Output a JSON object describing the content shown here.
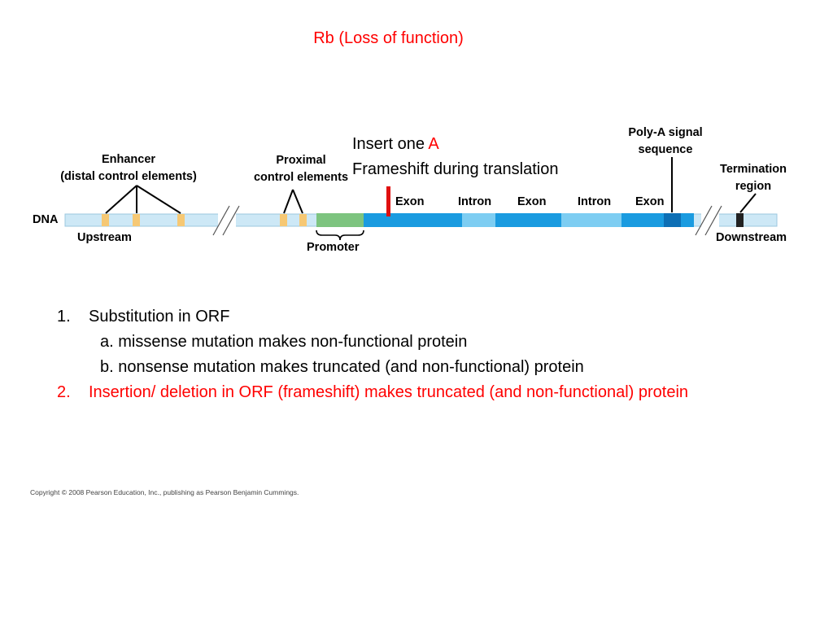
{
  "title": "Rb (Loss of function)",
  "insert_note": {
    "line1_prefix": "Insert one ",
    "line1_letter": "A",
    "line2": "Frameshift during translation"
  },
  "diagram": {
    "dna_label": "DNA",
    "upstream_label": "Upstream",
    "downstream_label": "Downstream",
    "promoter_label": "Promoter",
    "enhancer_label_line1": "Enhancer",
    "enhancer_label_line2": "(distal control elements)",
    "proximal_label_line1": "Proximal",
    "proximal_label_line2": "control elements",
    "polya_label_line1": "Poly-A signal",
    "polya_label_line2": "sequence",
    "termination_label_line1": "Termination",
    "termination_label_line2": "region",
    "segments": [
      "Exon",
      "Intron",
      "Exon",
      "Intron",
      "Exon"
    ],
    "colors": {
      "dna_strand": "#cde8f6",
      "exon": "#1a9be0",
      "intron": "#7dcdf2",
      "promoter": "#7dc47f",
      "control_element": "#f6c874",
      "polya": "#0d6fb5",
      "termination": "#222222",
      "insertion_mark": "#e01010"
    }
  },
  "list": {
    "item1_number": "1.",
    "item1_text": "Substitution in ORF",
    "item1a": "a. missense mutation makes non-functional protein",
    "item1b": "b. nonsense mutation makes truncated (and non-functional) protein",
    "item2_number": "2.",
    "item2_text": "Insertion/ deletion in ORF (frameshift) makes truncated (and non-functional) protein"
  },
  "copyright": "Copyright © 2008 Pearson Education, Inc., publishing as Pearson Benjamin Cummings."
}
